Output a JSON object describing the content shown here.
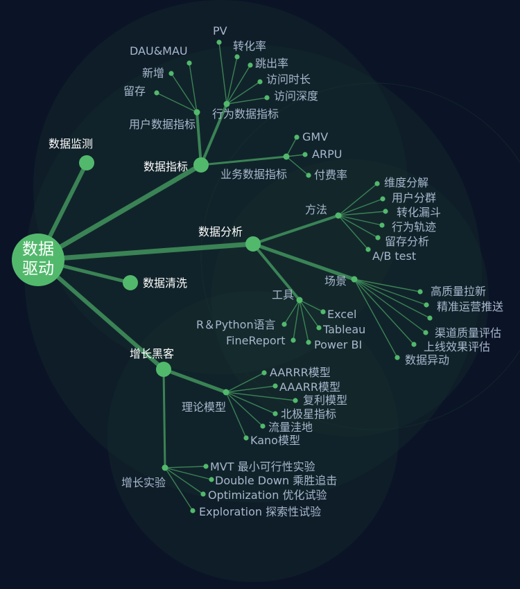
{
  "colors": {
    "background": "#0b1326",
    "halo": "#16322f",
    "link": "#3f8e5a",
    "node": "#52b96c",
    "label_main": "#ffffff",
    "label_leaf": "#a8b8ce"
  },
  "root": {
    "label": "数据\n驱动"
  },
  "level1": {
    "monitor": {
      "label": "数据监测"
    },
    "metrics": {
      "label": "数据指标"
    },
    "analysis": {
      "label": "数据分析"
    },
    "cleaning": {
      "label": "数据清洗"
    },
    "growth": {
      "label": "增长黑客"
    }
  },
  "level2": {
    "user_metrics": {
      "label": "用户数据指标"
    },
    "behavior_metrics": {
      "label": "行为数据指标"
    },
    "business_metrics": {
      "label": "业务数据指标"
    },
    "method": {
      "label": "方法"
    },
    "scene": {
      "label": "场景"
    },
    "tool": {
      "label": "工具"
    },
    "theory": {
      "label": "理论模型"
    },
    "experiment": {
      "label": "增长实验"
    }
  },
  "leaves": {
    "user_metrics": [
      "DAU&MAU",
      "新增",
      "留存"
    ],
    "behavior_metrics": [
      "PV",
      "转化率",
      "跳出率",
      "访问时长",
      "访问深度"
    ],
    "business_metrics": [
      "GMV",
      "ARPU",
      "付费率"
    ],
    "method": [
      "维度分解",
      "用户分群",
      "转化漏斗",
      "行为轨迹",
      "留存分析",
      "A/B test"
    ],
    "scene": [
      "高质量拉新",
      "精准运营推送",
      "渠道质量评估",
      "上线效果评估",
      "数据异动"
    ],
    "tool": [
      "Excel",
      "Tableau",
      "Power BI",
      "FineReport",
      "R＆Python语言"
    ],
    "theory": [
      "AARRR模型",
      "AAARR模型",
      "复利模型",
      "北极星指标",
      "流量洼地",
      "Kano模型"
    ],
    "experiment": [
      "MVT 最小可行性实验",
      "Double Down 乘胜追击",
      "Optimization 优化试验",
      "Exploration 探索性试验"
    ]
  }
}
